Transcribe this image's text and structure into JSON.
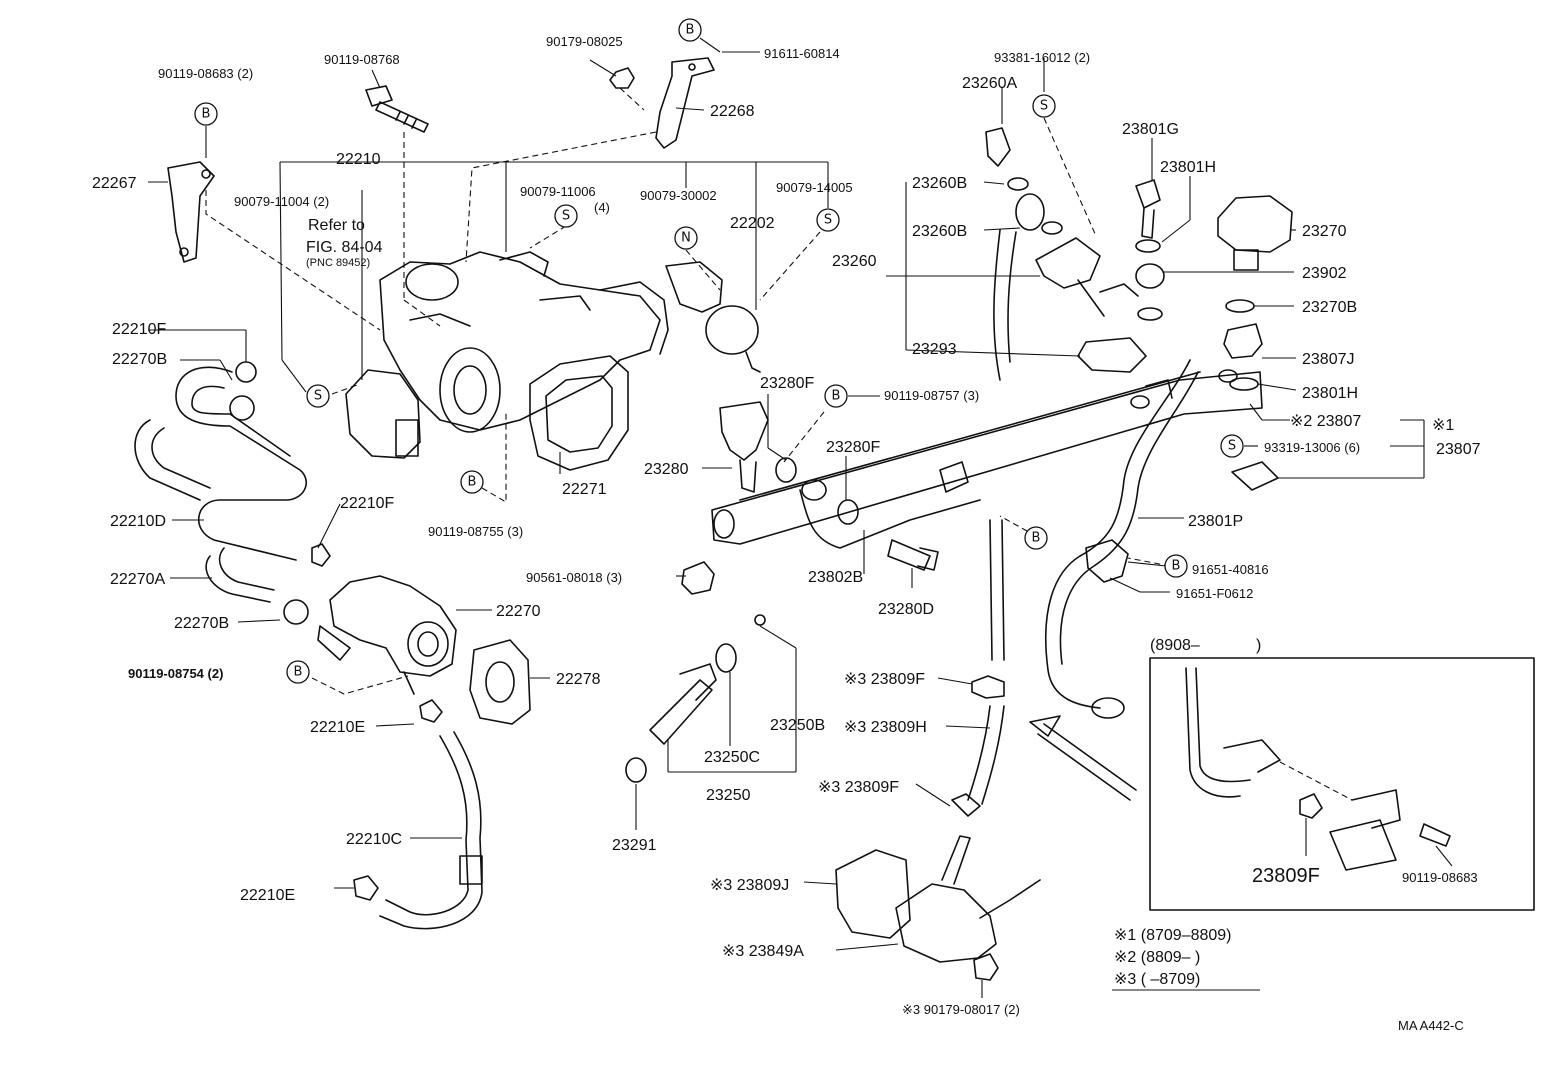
{
  "labels": {
    "p90179_08025": "90179-08025",
    "p91611_60814": "91611-60814",
    "p90119_08683_2": "90119-08683 (2)",
    "p90119_08768": "90119-08768",
    "p22268": "22268",
    "p22267": "22267",
    "p22210": "22210",
    "p90079_11004": "90079-11004 (2)",
    "refer_to": "Refer to",
    "fig_ref": "FIG. 84-04",
    "pnc_ref": "(PNC 89452)",
    "p90079_11006": "90079-11006",
    "p90079_11006_qty": "(4)",
    "p90079_30002": "90079-30002",
    "p90079_14005": "90079-14005",
    "p22202": "22202",
    "p93381_16012": "93381-16012 (2)",
    "p23260A": "23260A",
    "p23801G": "23801G",
    "p23801H_a": "23801H",
    "p23270": "23270",
    "p23260B_a": "23260B",
    "p23260B_b": "23260B",
    "p23260": "23260",
    "p23902": "23902",
    "p23270B": "23270B",
    "p23293": "23293",
    "p23807J": "23807J",
    "p23801H_b": "23801H",
    "p22210F_a": "22210F",
    "p22270B_a": "22270B",
    "p23280F_a": "23280F",
    "p90119_08757": "90119-08757 (3)",
    "note2_23807": "※2 23807",
    "note1": "※1",
    "p93319_13006": "93319-13006 (6)",
    "p23807": "23807",
    "p23280F_b": "23280F",
    "p23280": "23280",
    "p22271": "22271",
    "p22210D": "22210D",
    "p22210F_b": "22210F",
    "p90119_08755": "90119-08755 (3)",
    "p23801P": "23801P",
    "p90561_08018": "90561-08018 (3)",
    "p23802B": "23802B",
    "p91651_40816": "91651-40816",
    "p22270A": "22270A",
    "p22270": "22270",
    "p23280D": "23280D",
    "p91651_F0612": "91651-F0612",
    "p22270B_b": "22270B",
    "inset_range": "(8908–",
    "inset_close": ")",
    "p90119_08754": "90119-08754 (2)",
    "p22278": "22278",
    "n3_23809F_a": "※3 23809F",
    "p22210E_a": "22210E",
    "p23250B": "23250B",
    "n3_23809H": "※3 23809H",
    "p23250C": "23250C",
    "p23250": "23250",
    "n3_23809F_b": "※3 23809F",
    "p22210C": "22210C",
    "p23291": "23291",
    "inset_23809F": "23809F",
    "inset_90119_08683": "90119-08683",
    "n3_23809J": "※3 23809J",
    "p22210E_b": "22210E",
    "n3_23849A": "※3 23849A",
    "legend1": "※1 (8709–8809)",
    "legend2": "※2 (8809–        )",
    "legend3": "※3 (        –8709)",
    "n3_90179_08017": "※3 90179-08017 (2)",
    "code": "MA  A442-C"
  },
  "marks": {
    "B": "B",
    "S": "S",
    "N": "N"
  }
}
